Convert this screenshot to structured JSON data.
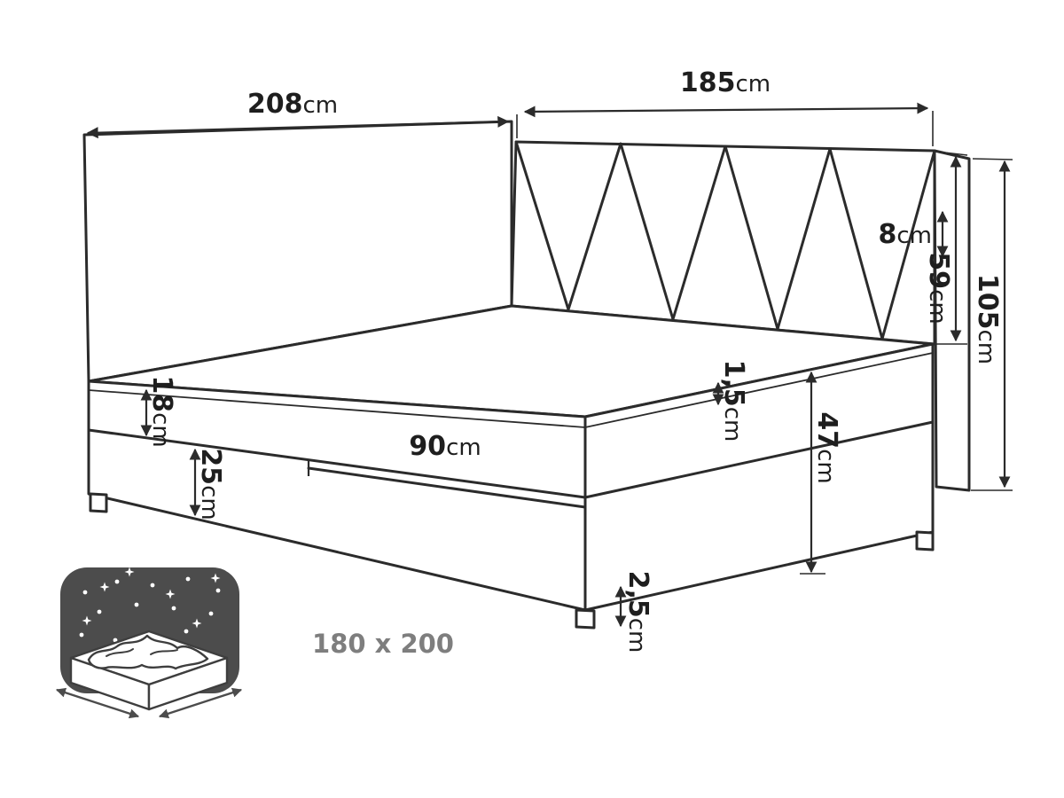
{
  "diagram": {
    "size_label": "180 x 200",
    "labels": {
      "wall_length": {
        "value": "208",
        "unit": "cm"
      },
      "headboard_width": {
        "value": "185",
        "unit": "cm"
      },
      "headboard_thickness": {
        "value": "8",
        "unit": "cm"
      },
      "headboard_above_mattress": {
        "value": "59",
        "unit": "cm"
      },
      "total_height": {
        "value": "105",
        "unit": "cm"
      },
      "mattress_height": {
        "value": "18",
        "unit": "cm"
      },
      "base_height": {
        "value": "25",
        "unit": "cm"
      },
      "drawer_width": {
        "value": "90",
        "unit": "cm"
      },
      "topper_height": {
        "value": "1,5",
        "unit": "cm"
      },
      "side_height": {
        "value": "47",
        "unit": "cm"
      },
      "leg_height": {
        "value": "2,5",
        "unit": "cm"
      }
    },
    "colors": {
      "line": "#2b2b2b",
      "icon_gray": "#4c4c4c",
      "size_text": "#7e7e7e",
      "background": "#ffffff"
    }
  }
}
